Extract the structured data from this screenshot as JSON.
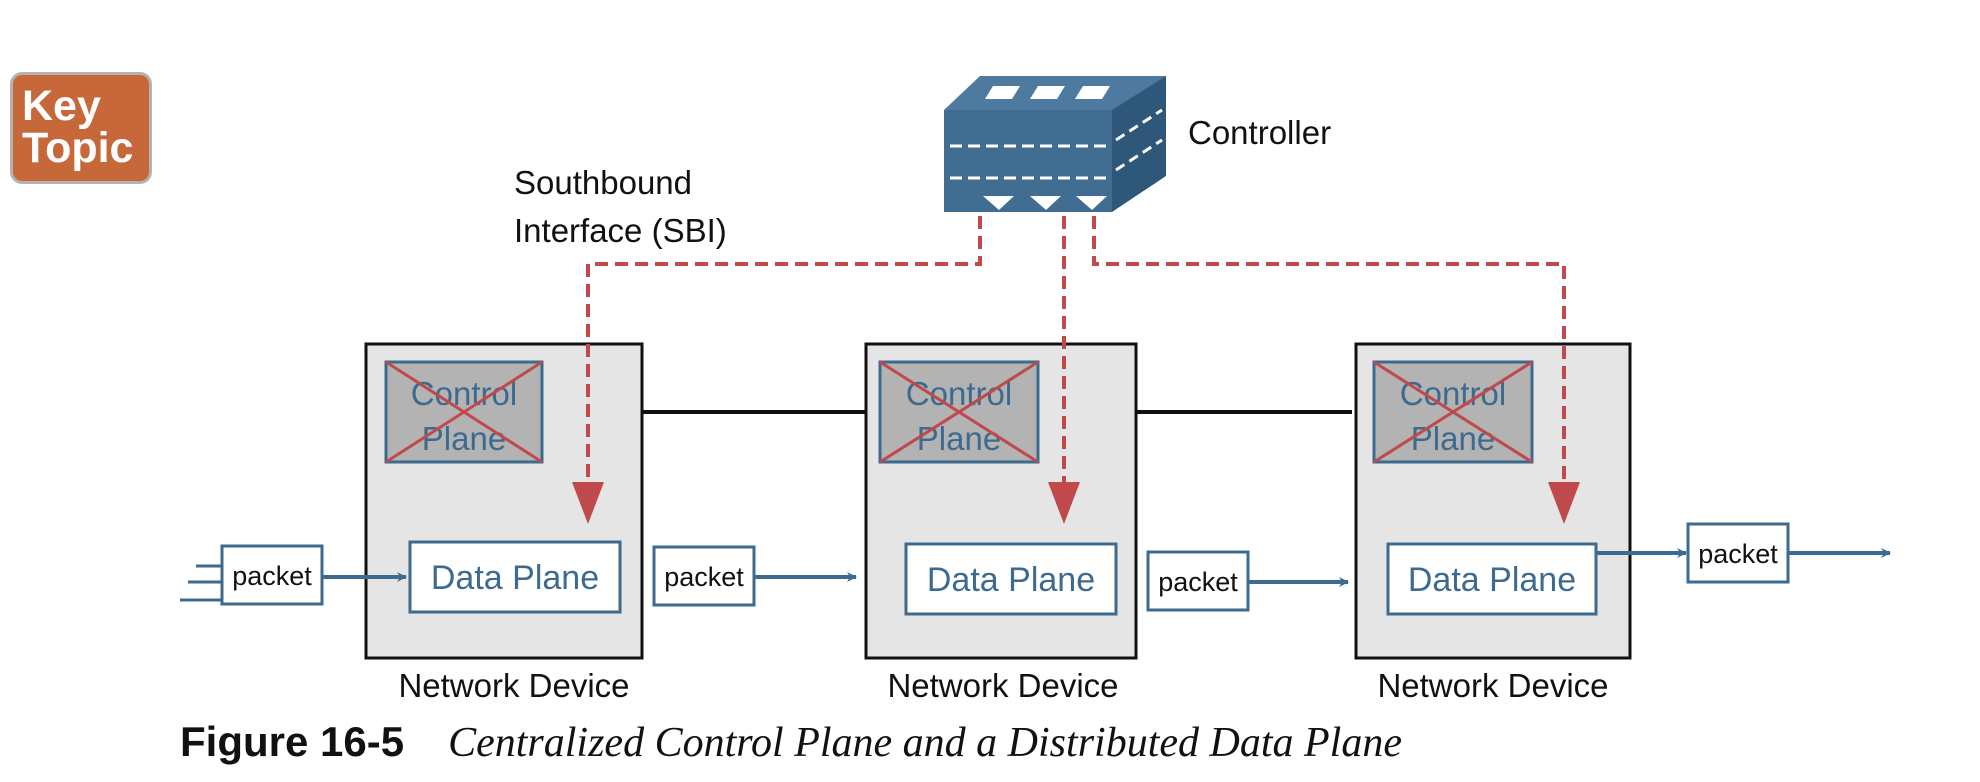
{
  "badge": {
    "line1": "Key",
    "line2": "Topic"
  },
  "controller": {
    "label": "Controller"
  },
  "sbi": {
    "line1": "Southbound",
    "line2": "Interface (SBI)"
  },
  "devices": [
    {
      "name": "Network Device",
      "control_line1": "Control",
      "control_line2": "Plane",
      "data": "Data Plane"
    },
    {
      "name": "Network Device",
      "control_line1": "Control",
      "control_line2": "Plane",
      "data": "Data Plane"
    },
    {
      "name": "Network Device",
      "control_line1": "Control",
      "control_line2": "Plane",
      "data": "Data Plane"
    }
  ],
  "packets": [
    "packet",
    "packet",
    "packet",
    "packet"
  ],
  "caption": {
    "number": "Figure 16-5",
    "title": "Centralized Control Plane and a Distributed Data Plane"
  },
  "colors": {
    "blue": "#3d6a8f",
    "red_dash": "#c0494b",
    "device_fill": "#e5e5e5",
    "control_fill": "#b3b3b3",
    "badge": "#c7683a"
  }
}
